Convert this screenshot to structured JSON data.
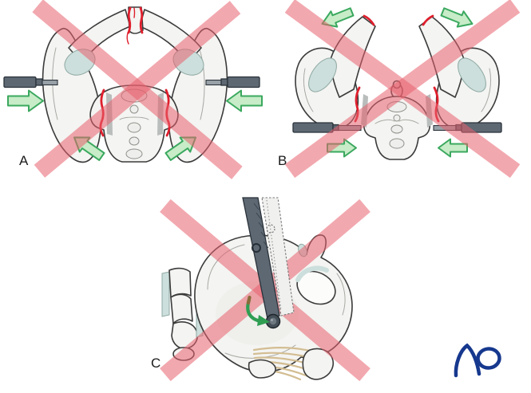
{
  "page": {
    "background_color": "#ffffff"
  },
  "panels": [
    {
      "id": "panel-a",
      "label": "A"
    },
    {
      "id": "panel-b",
      "label": "B"
    },
    {
      "id": "panel-c",
      "label": "C"
    }
  ],
  "logo": {
    "text": "AO",
    "color": "#16388e"
  },
  "colors": {
    "prohibition_cross": "#e8616e",
    "fracture_red": "#df1f2d",
    "arrow_green_fill": "#c7ecc7",
    "arrow_green_stroke": "#3aa85e",
    "rotation_arrow_green": "#2f9e53",
    "bone_fill": "#f4f4f2",
    "bone_outline": "#3b3b3b",
    "cartilage_teal": "#ccdfdc",
    "instrument_dark": "#5d6873",
    "instrument_light": "#99a2a9",
    "ligament_tan": "#d3bd92",
    "label_color": "#1a1a1a",
    "logo_blue": "#16388e"
  },
  "icons": {
    "prohibition_cross": "large translucent pink X overlay",
    "compression_arrow": "green block arrow",
    "rotation_arrow": "green curved arrow",
    "reduction_clamp": "gray instrument rod",
    "fracture_line": "red wavy line"
  }
}
